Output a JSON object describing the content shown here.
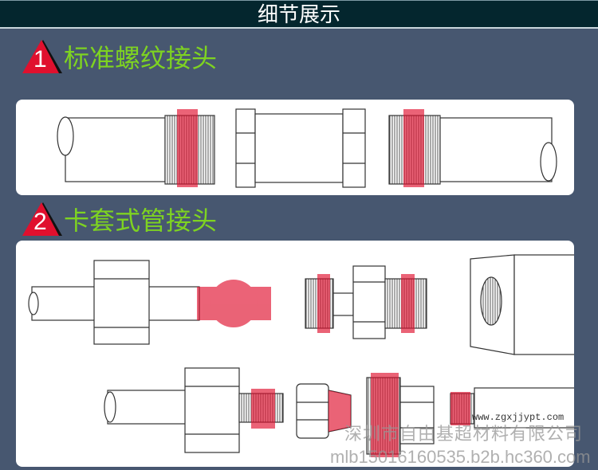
{
  "header": {
    "title": "细节展示"
  },
  "sections": [
    {
      "number": "1",
      "title": "标准螺纹接头"
    },
    {
      "number": "2",
      "title": "卡套式管接头"
    }
  ],
  "watermark": {
    "company": "深圳市自由基超材料有限公司",
    "url": "mlb15016160535.b2b.hc360.com",
    "site": "www.zgxjjypt.com"
  },
  "colors": {
    "background": "#475770",
    "header": "#04262e",
    "title_green": "#7ed321",
    "accent_red": "#e0102e"
  }
}
